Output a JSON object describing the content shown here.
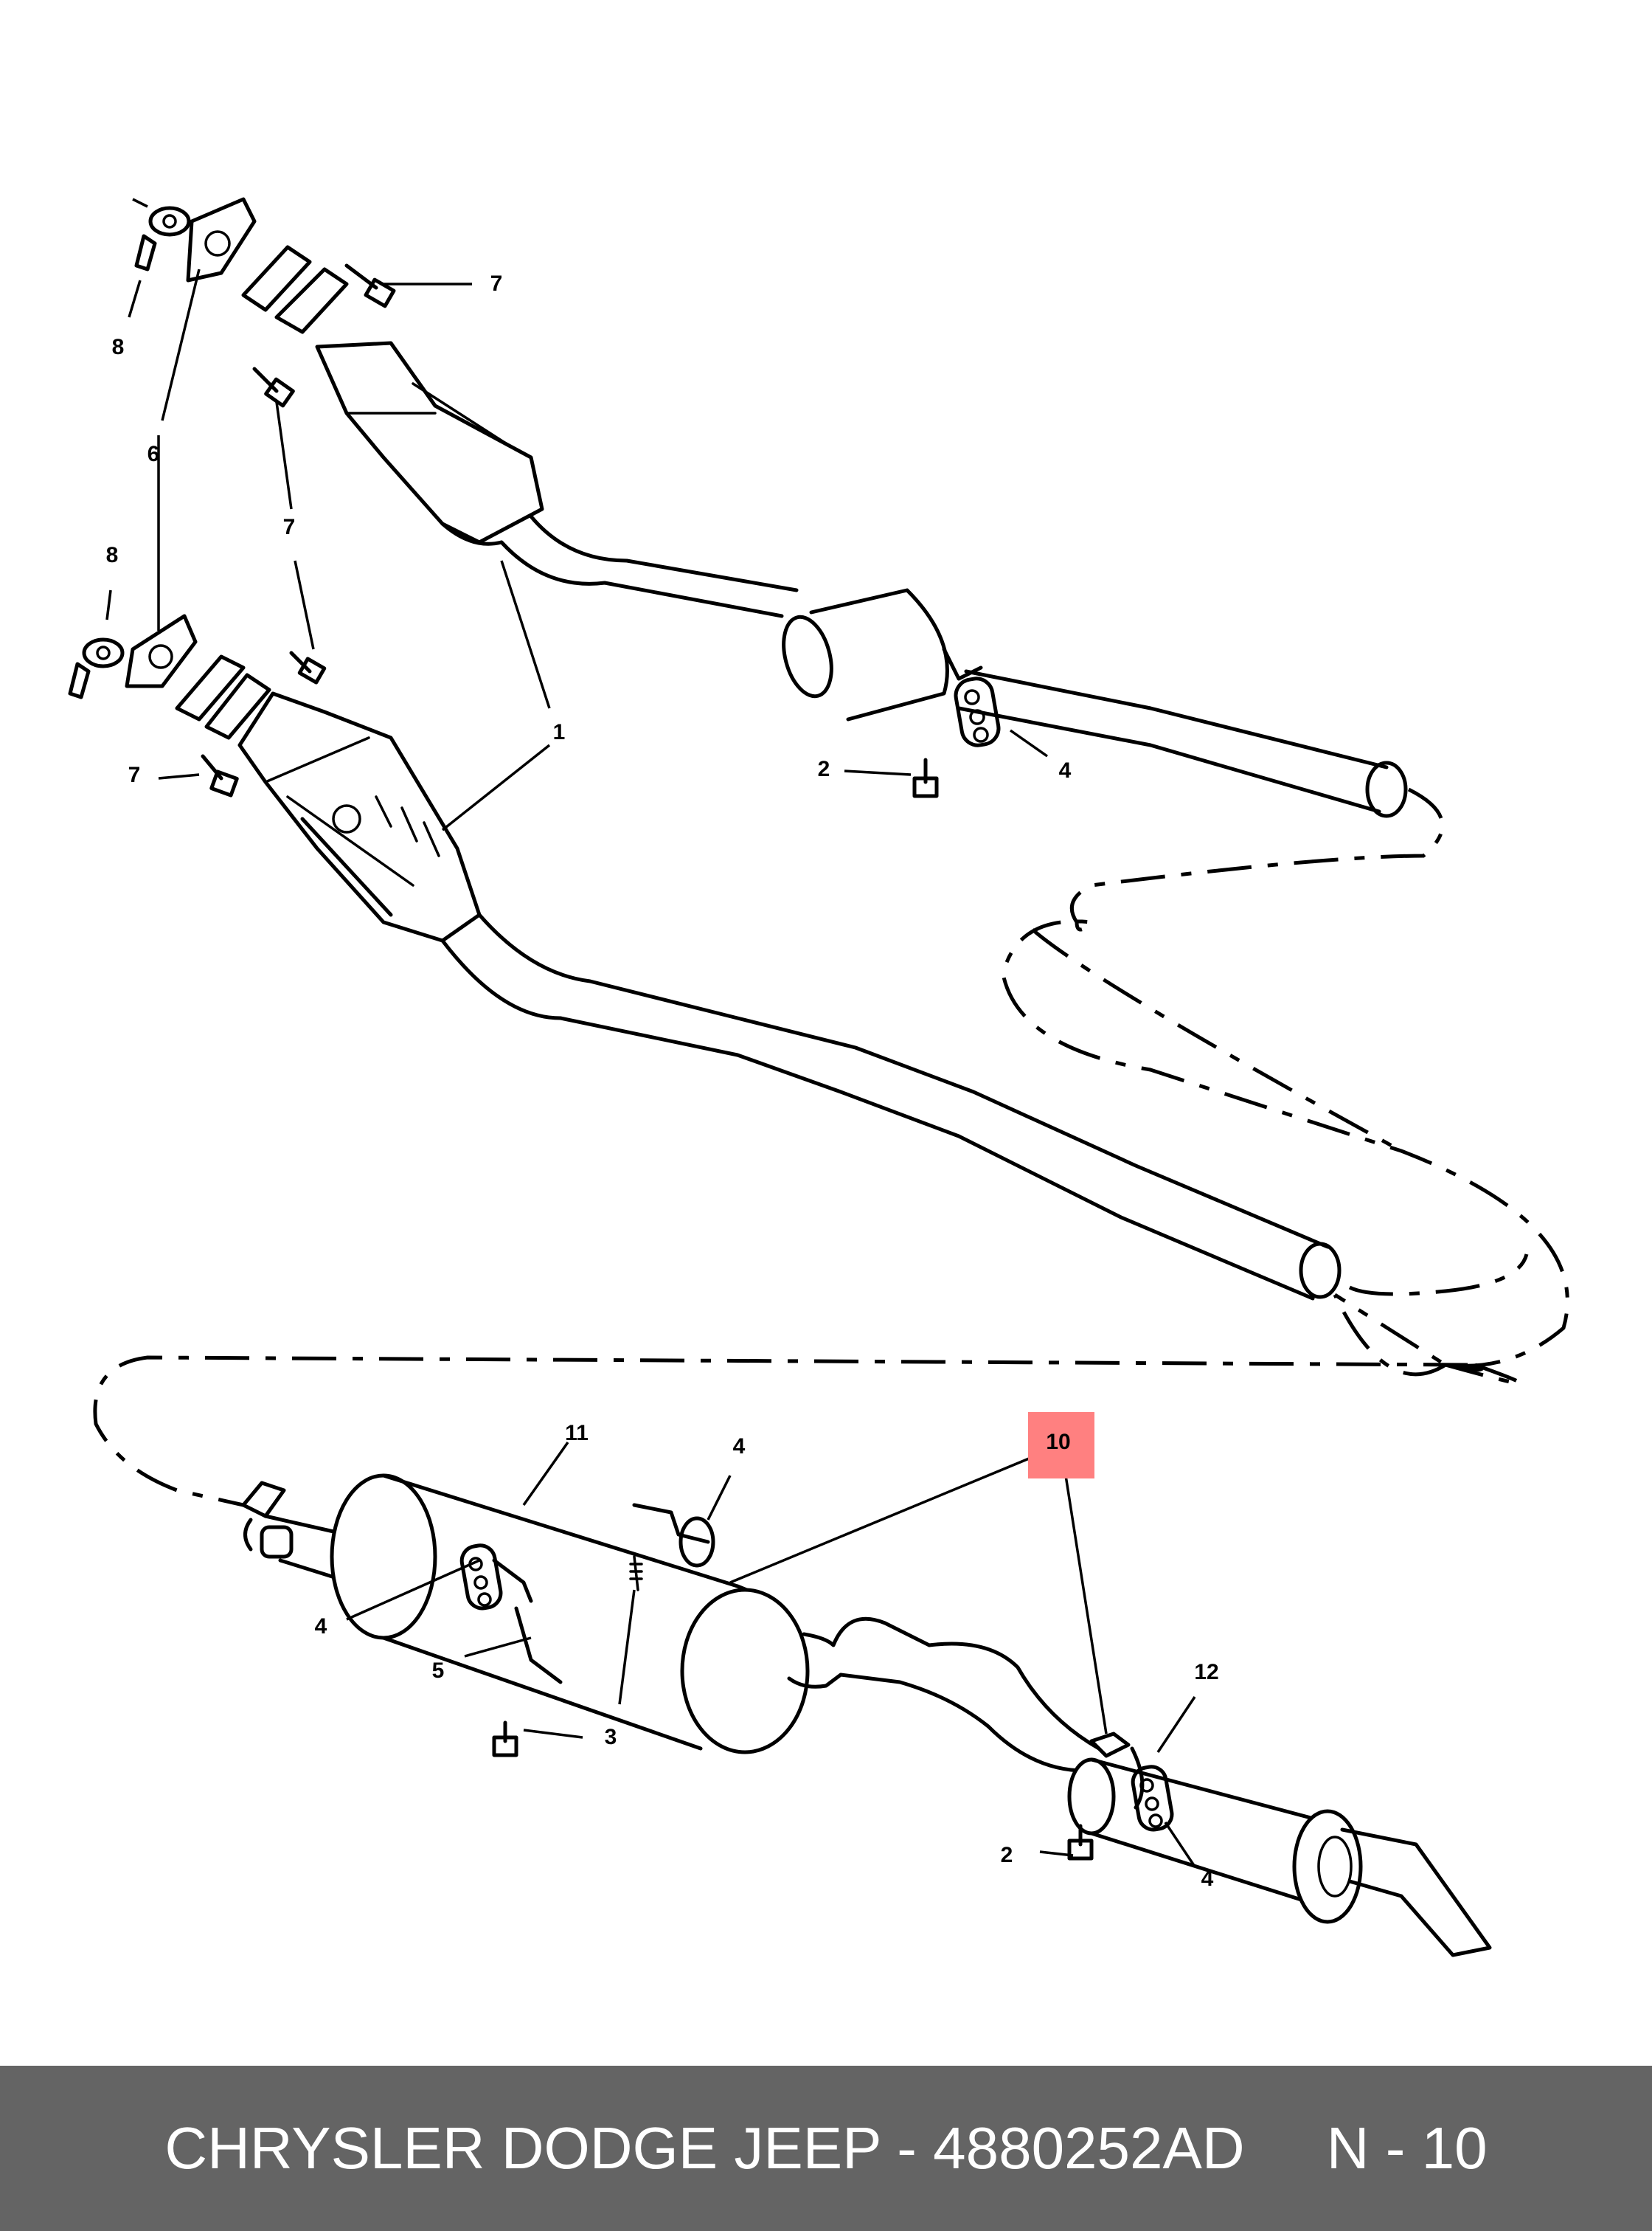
{
  "diagram": {
    "callouts": [
      "1",
      "2",
      "3",
      "4",
      "5",
      "6",
      "7",
      "8",
      "10",
      "11",
      "12"
    ],
    "highlighted_callout": "10",
    "highlight_color": "#ff8080"
  },
  "footer": {
    "text": "CHRYSLER DODGE JEEP - 4880252AD     N - 10",
    "background": "#646464",
    "color": "#ffffff"
  }
}
